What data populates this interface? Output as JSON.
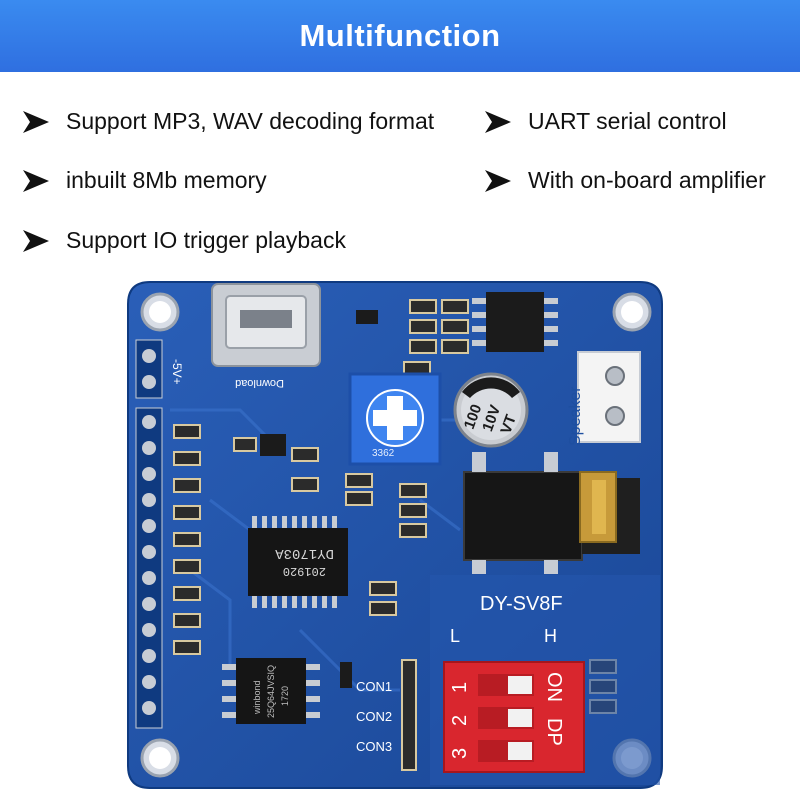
{
  "header": {
    "title": "Multifunction"
  },
  "features": [
    {
      "text": "Support MP3, WAV decoding format"
    },
    {
      "text": "UART serial control"
    },
    {
      "text": "inbuilt 8Mb memory"
    },
    {
      "text": "With on-board amplifier"
    },
    {
      "text": "Support IO trigger playback"
    }
  ],
  "board": {
    "model": "DY-SV8F",
    "chip_top": "201920",
    "chip_bottom": "DY1703A",
    "flash_line1": "winbond",
    "flash_line2": "25Q64JVSIQ",
    "flash_line3": "1720",
    "capacitor_line1": "100",
    "capacitor_line2": "10V",
    "capacitor_line3": "VT",
    "pot_label": "3362",
    "speaker_label": "Speaker",
    "power_label": "-5V+",
    "download_label": "Download",
    "con1": "CON1",
    "con2": "CON2",
    "con3": "CON3",
    "label_l": "L",
    "label_h": "H",
    "dip_on": "ON",
    "dip_dp": "DP",
    "dip_1": "1",
    "dip_2": "2",
    "dip_3": "3",
    "colors": {
      "pcb": "#1e4fa0",
      "dip": "#d9262e",
      "banner": "#2f6fe0"
    }
  }
}
